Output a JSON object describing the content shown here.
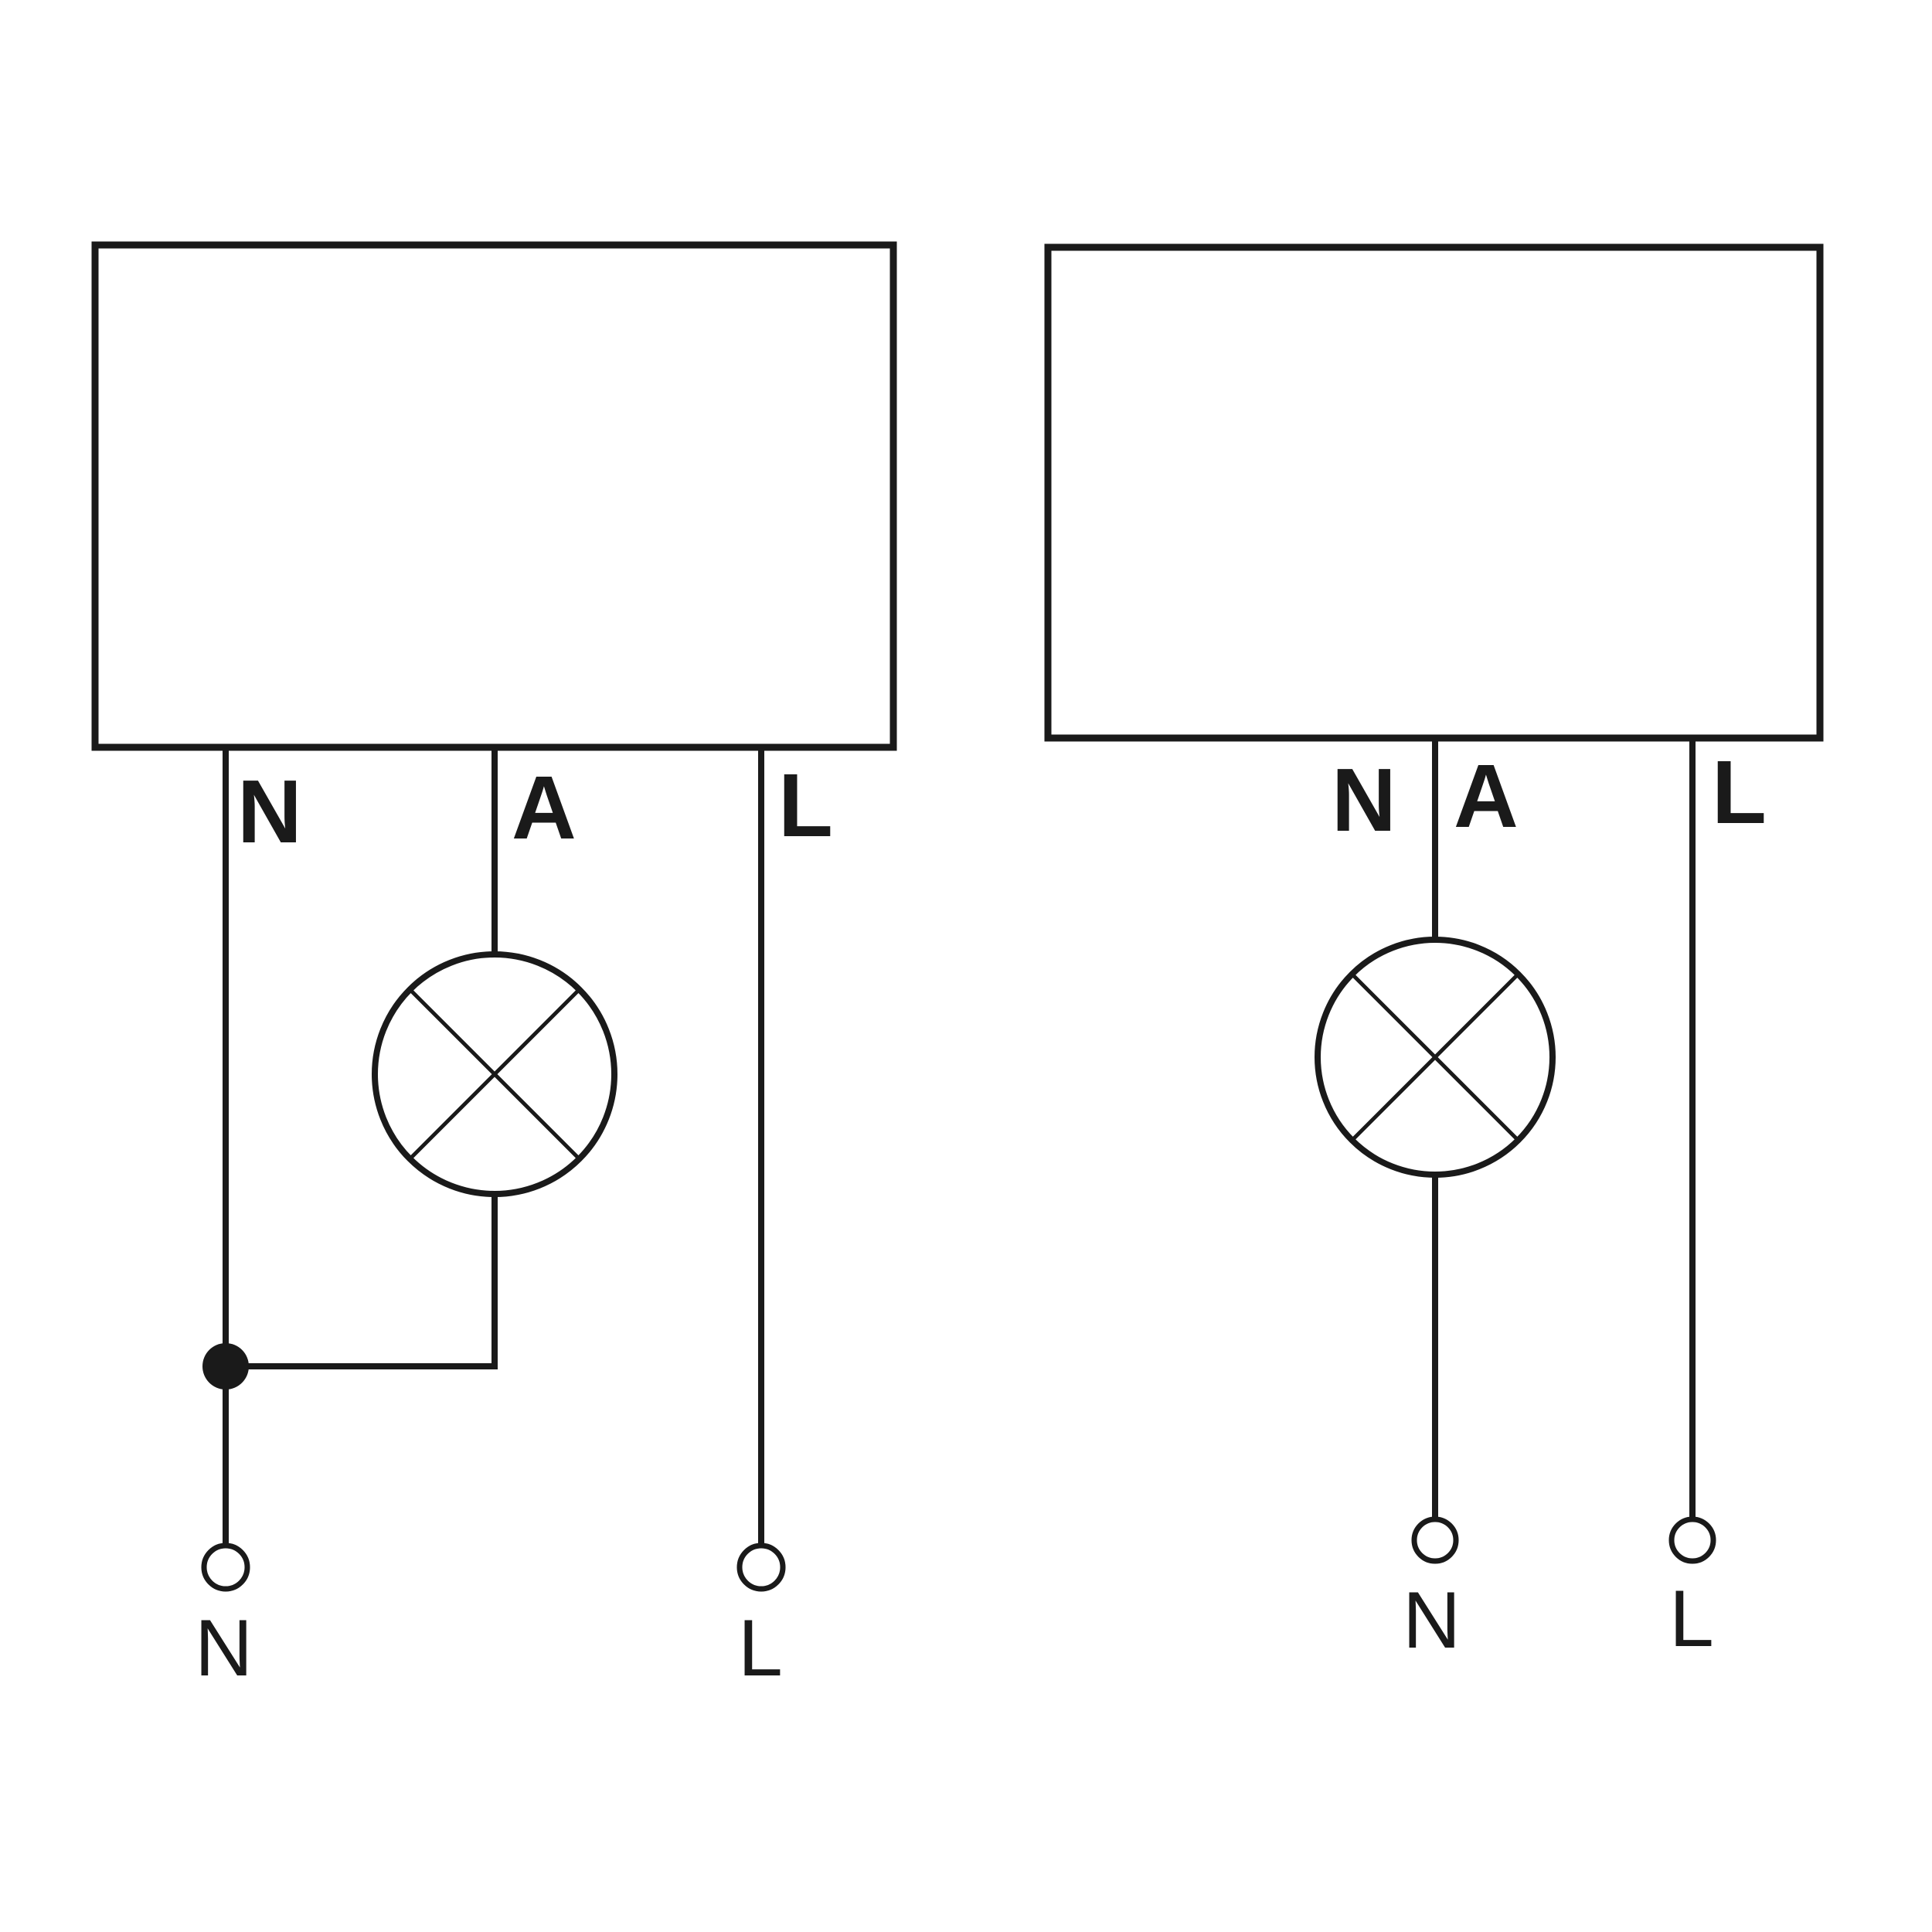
{
  "diagrams": [
    {
      "device_terminals": [
        "N",
        "A",
        "L"
      ],
      "supply_terminals": [
        "N",
        "L"
      ]
    },
    {
      "device_terminals": [
        "N",
        "A",
        "L"
      ],
      "supply_terminals": [
        "N",
        "L"
      ]
    }
  ],
  "colors": {
    "line": "#1a1a1a",
    "background": "#ffffff"
  },
  "icons": {
    "lamp": "lamp-icon",
    "terminal": "terminal-circle-icon",
    "junction": "junction-dot-icon"
  }
}
